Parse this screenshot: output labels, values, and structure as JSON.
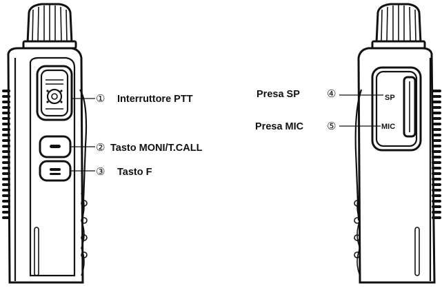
{
  "left_radio": {
    "callouts": [
      {
        "num": "①",
        "label": "Interruttore PTT"
      },
      {
        "num": "②",
        "label": "Tasto MONI/T.CALL"
      },
      {
        "num": "③",
        "label": "Tasto F"
      }
    ]
  },
  "right_radio": {
    "callouts": [
      {
        "num": "④",
        "label": "Presa SP"
      },
      {
        "num": "⑤",
        "label": "Presa MIC"
      }
    ],
    "jacks": {
      "sp": "SP",
      "mic": "MIC"
    }
  },
  "colors": {
    "line": "#111111",
    "background": "#ffffff"
  }
}
